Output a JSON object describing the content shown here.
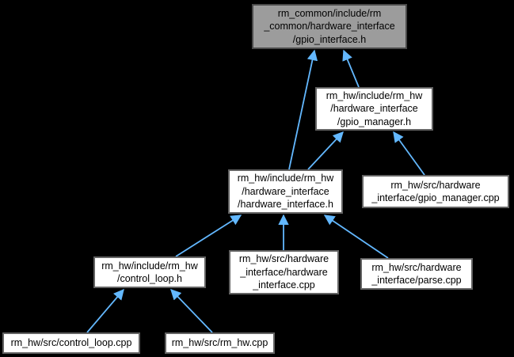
{
  "diagram": {
    "type": "included-by-dependency-graph",
    "background_color": "#000000",
    "edge_color": "#63b8ff",
    "highlight_fill": "#9c9c9c",
    "node_fill": "#ffffff",
    "nodes": [
      {
        "id": "gpio_interface_h",
        "label": "rm_common/include/rm\n_common/hardware_interface\n/gpio_interface.h",
        "highlighted": true
      },
      {
        "id": "gpio_manager_h",
        "label": "rm_hw/include/rm_hw\n/hardware_interface\n/gpio_manager.h",
        "highlighted": false
      },
      {
        "id": "hardware_interface_h",
        "label": "rm_hw/include/rm_hw\n/hardware_interface\n/hardware_interface.h",
        "highlighted": false
      },
      {
        "id": "gpio_manager_cpp",
        "label": "rm_hw/src/hardware\n_interface/gpio_manager.cpp",
        "highlighted": false
      },
      {
        "id": "control_loop_h",
        "label": "rm_hw/include/rm_hw\n/control_loop.h",
        "highlighted": false
      },
      {
        "id": "hardware_interface_cpp",
        "label": "rm_hw/src/hardware\n_interface/hardware\n_interface.cpp",
        "highlighted": false
      },
      {
        "id": "parse_cpp",
        "label": "rm_hw/src/hardware\n_interface/parse.cpp",
        "highlighted": false
      },
      {
        "id": "control_loop_cpp",
        "label": "rm_hw/src/control_loop.cpp",
        "highlighted": false
      },
      {
        "id": "rm_hw_cpp",
        "label": "rm_hw/src/rm_hw.cpp",
        "highlighted": false
      }
    ],
    "edges": [
      {
        "from": "hardware_interface_h",
        "to": "gpio_interface_h"
      },
      {
        "from": "gpio_manager_h",
        "to": "gpio_interface_h"
      },
      {
        "from": "hardware_interface_h",
        "to": "gpio_manager_h"
      },
      {
        "from": "gpio_manager_cpp",
        "to": "gpio_manager_h"
      },
      {
        "from": "control_loop_h",
        "to": "hardware_interface_h"
      },
      {
        "from": "hardware_interface_cpp",
        "to": "hardware_interface_h"
      },
      {
        "from": "parse_cpp",
        "to": "hardware_interface_h"
      },
      {
        "from": "control_loop_cpp",
        "to": "control_loop_h"
      },
      {
        "from": "rm_hw_cpp",
        "to": "control_loop_h"
      }
    ]
  }
}
